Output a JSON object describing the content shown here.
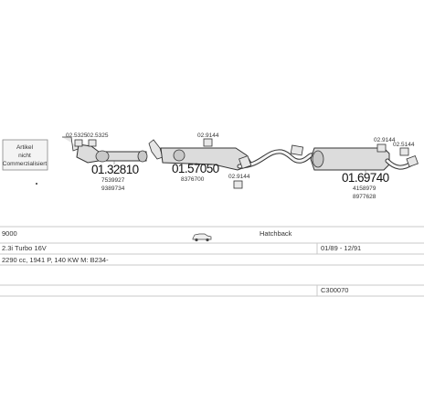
{
  "legend_box": {
    "line1": "Artikel",
    "line2": "nicht",
    "line3": "Commerzialisiert"
  },
  "parts": [
    {
      "number": "01.32810",
      "refs": [
        "7539927",
        "9389734"
      ]
    },
    {
      "number": "01.57050",
      "refs": [
        "8376700"
      ]
    },
    {
      "number": "01.69740",
      "refs": [
        "4158979",
        "8977628"
      ]
    }
  ],
  "clamps": [
    "02.5325",
    "02.5325",
    "02.9144",
    "02.9144",
    "02.9144",
    "02.5144"
  ],
  "info": {
    "model": "9000",
    "body_type": "Hatchback",
    "engine": "2.3i Turbo 16V",
    "years": "01/89 - 12/91",
    "specs": "2290 cc, 1941 P, 140 KW M: B234-",
    "code": "C300070"
  },
  "icons": [
    "car-icon"
  ]
}
